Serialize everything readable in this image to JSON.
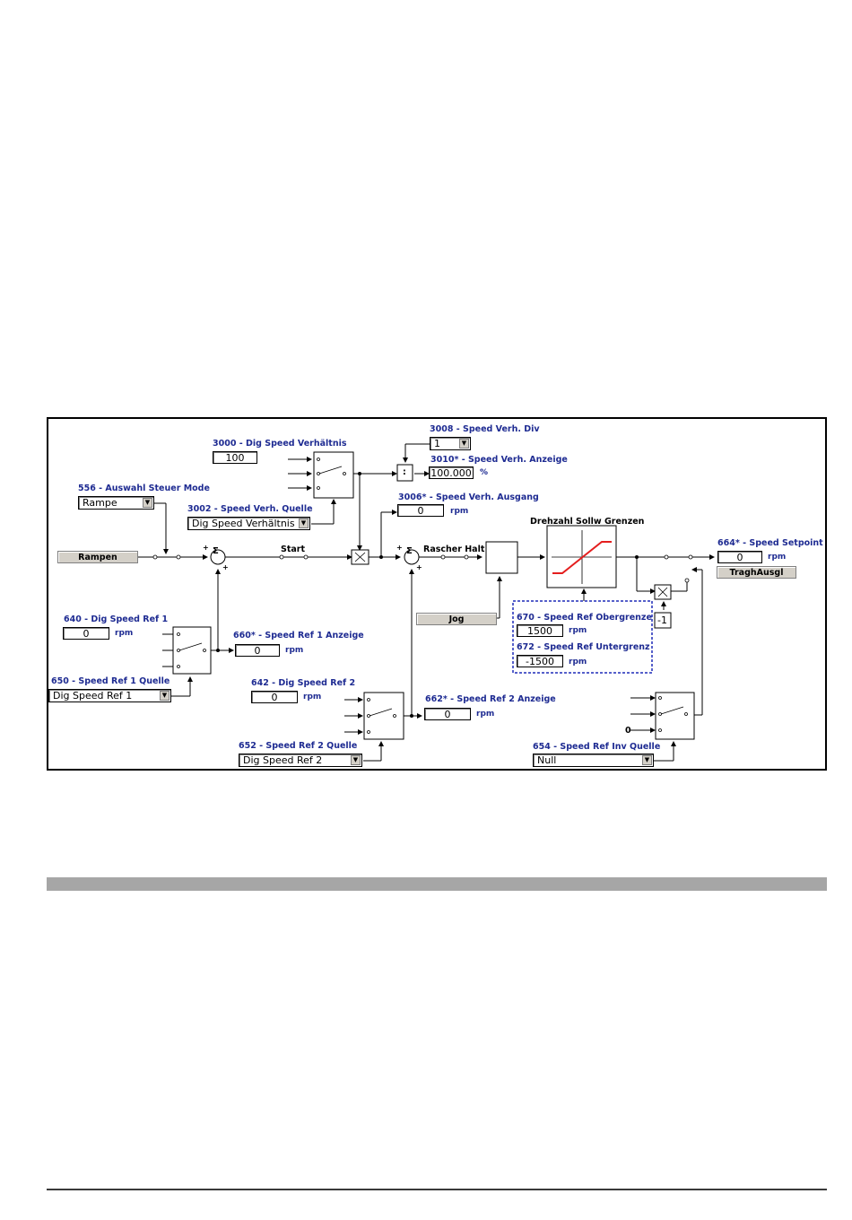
{
  "colors": {
    "label": "#1e2b92",
    "frame": "#000000",
    "limit_curve": "#e41e1e",
    "limits_border": "#1e2bb8",
    "section_bar": "#a6a6a6"
  },
  "labels": {
    "p3000": "3000 - Dig Speed Verhältnis",
    "p3008": "3008 - Speed Verh. Div",
    "p3010": "3010* - Speed Verh. Anzeige",
    "p556": "556 - Auswahl Steuer Mode",
    "p3002": "3002 - Speed Verh. Quelle",
    "p3006": "3006* - Speed Verh. Ausgang",
    "drehzahl": "Drehzahl Sollw Grenzen",
    "p664": "664* - Speed Setpoint",
    "start": "Start",
    "rascher_halt": "Rascher Halt",
    "p640": "640 - Dig Speed Ref 1",
    "p660": "660* - Speed Ref 1 Anzeige",
    "p670": "670 - Speed Ref Obergrenze",
    "p672": "672 - Speed Ref Untergrenz",
    "p650": "650 - Speed Ref 1 Quelle",
    "p642": "642 - Dig Speed Ref 2",
    "p662": "662* - Speed Ref 2 Anzeige",
    "p652": "652 - Speed Ref 2 Quelle",
    "p654": "654 - Speed Ref Inv Quelle"
  },
  "symbols": {
    "sum": "Σ",
    "plus": "+",
    "colon": ":",
    "neg_one": "-1",
    "zero_input": "0"
  },
  "units": {
    "rpm": "rpm",
    "percent": "%"
  },
  "values": {
    "p3000": "100",
    "p3008": "1",
    "p3010": "100.000",
    "p3006": "0",
    "p664": "0",
    "p640": "0",
    "p660": "0",
    "p670": "1500",
    "p672": "-1500",
    "p642": "0",
    "p662": "0"
  },
  "dropdowns": {
    "p556": "Rampe",
    "p3002": "Dig Speed Verhältnis",
    "p650": "Dig Speed Ref 1",
    "p652": "Dig Speed Ref 2",
    "p654": "Null"
  },
  "buttons": {
    "rampen": "Rampen",
    "jog": "Jog",
    "traghausgl": "TraghAusgl"
  },
  "icons": {
    "dropdown_arrow": "▼"
  }
}
